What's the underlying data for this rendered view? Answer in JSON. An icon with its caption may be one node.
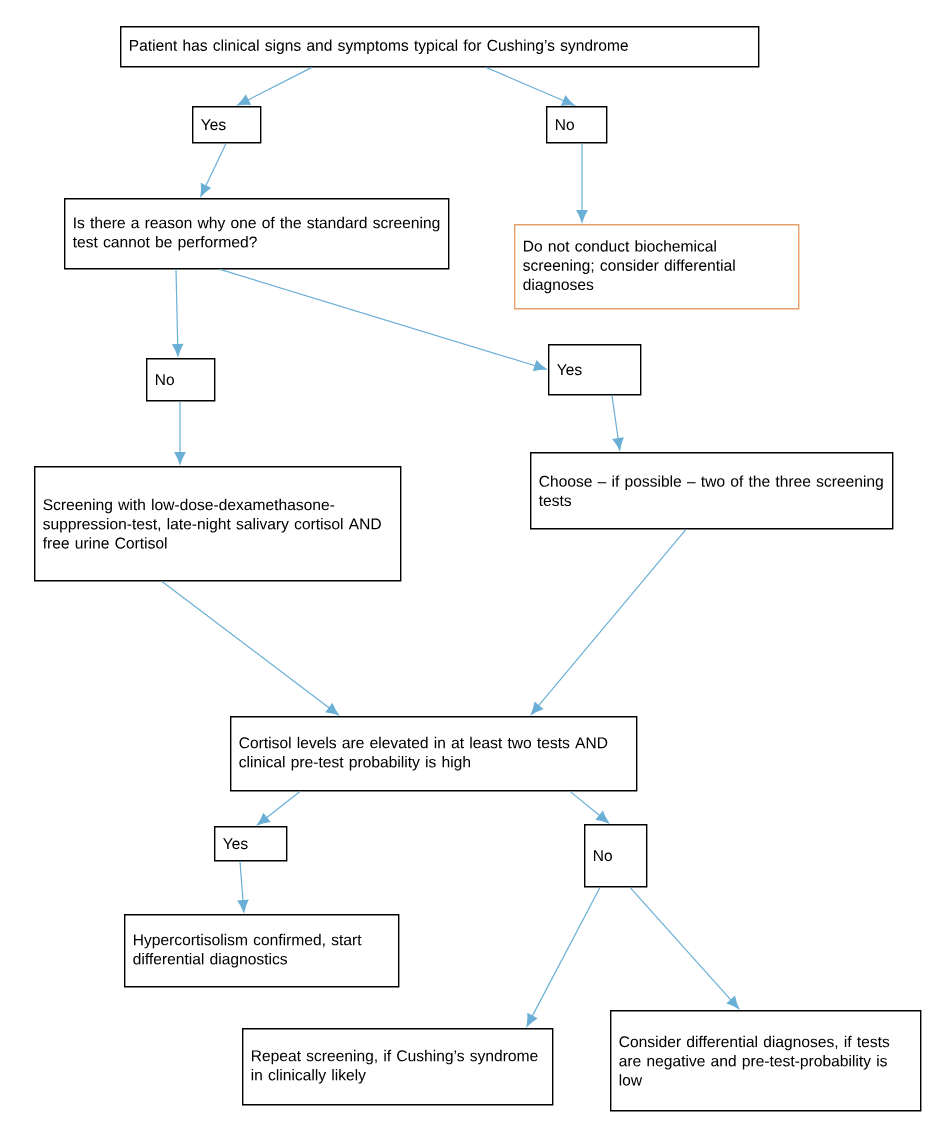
{
  "diagram": {
    "nodes": [
      {
        "text": [
          "Patient has clinical signs and symptoms typical for Cushing’s syndrome"
        ]
      },
      {
        "text": [
          "Yes"
        ]
      },
      {
        "text": [
          "No"
        ]
      },
      {
        "text": [
          "Is there a reason why one of the standard screening test cannot be performed?"
        ]
      },
      {
        "text": [
          "Do not conduct biochemical screening; consider differential diagnoses"
        ]
      },
      {
        "text": [
          "No"
        ]
      },
      {
        "text": [
          "Yes"
        ]
      },
      {
        "text": [
          "Screening with low-dose-dexamethasone-suppression-test, late-night salivary cortisol AND free urine Cortisol"
        ]
      },
      {
        "text": [
          "Choose – if possible – two of the three screening tests"
        ]
      },
      {
        "text": [
          "Cortisol levels are elevated in at least two tests AND clinical pre-test probability is high"
        ]
      },
      {
        "text": [
          "Yes"
        ]
      },
      {
        "text": [
          "No"
        ]
      },
      {
        "text": [
          "Hypercortisolism confirmed, start differential diagnostics"
        ]
      },
      {
        "text": [
          "Repeat screening, if Cushing’s syndrome in clinically likely"
        ]
      },
      {
        "text": [
          "Consider differential diagnoses, if tests are negative and pre-test-probability is low"
        ]
      }
    ],
    "edges": [
      {
        "from": 0,
        "to": 1,
        "arrow": "to"
      },
      {
        "from": 0,
        "to": 2,
        "arrow": "to"
      },
      {
        "from": 1,
        "to": 3,
        "arrow": "to"
      },
      {
        "from": 2,
        "to": 4,
        "arrow": "to"
      },
      {
        "from": 3,
        "to": 5,
        "arrow": "to"
      },
      {
        "from": 3,
        "to": 6,
        "arrow": "to"
      },
      {
        "from": 5,
        "to": 7,
        "arrow": "to"
      },
      {
        "from": 6,
        "to": 8,
        "arrow": "to"
      },
      {
        "from": 7,
        "to": 9,
        "arrow": "to"
      },
      {
        "from": 8,
        "to": 9,
        "arrow": "to"
      },
      {
        "from": 9,
        "to": 10,
        "arrow": "to"
      },
      {
        "from": 9,
        "to": 11,
        "arrow": "to"
      },
      {
        "from": 10,
        "to": 12,
        "arrow": "to"
      },
      {
        "from": 11,
        "to": 13,
        "arrow": "to"
      },
      {
        "from": 11,
        "to": 14,
        "arrow": "to"
      }
    ]
  }
}
